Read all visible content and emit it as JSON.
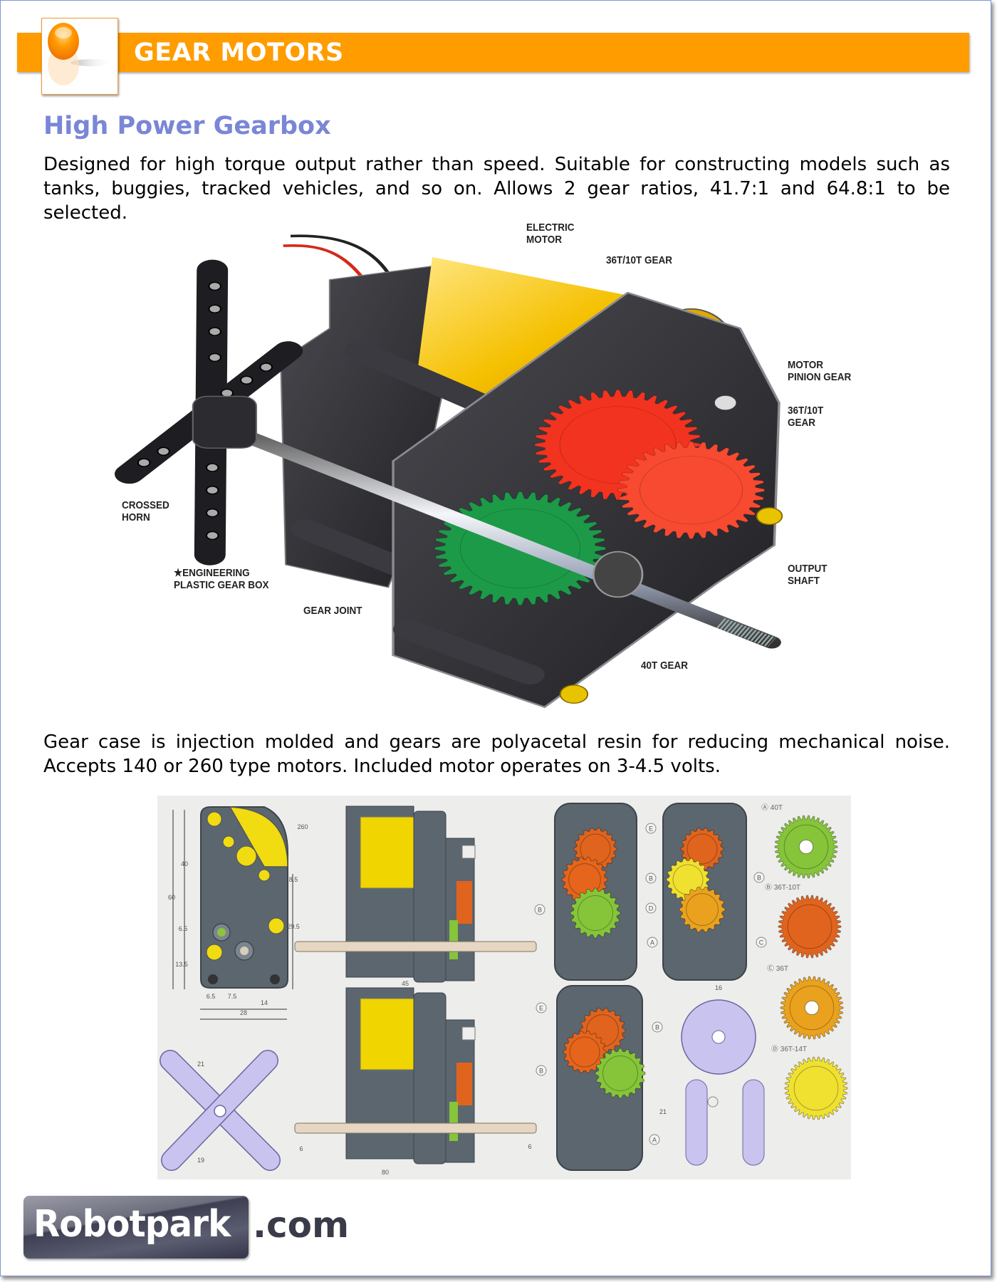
{
  "banner": {
    "title": "GEAR MOTORS",
    "accent": "#ff9c00"
  },
  "section": {
    "title": "High Power Gearbox",
    "intro": "Designed for high torque output rather than speed. Suitable for constructing models such as tanks, buggies, tracked vehicles, and so on. Allows 2 gear ratios, 41.7:1 and 64.8:1 to be selected.",
    "details": "Gear case is injection molded and gears are polyacetal resin for reducing mechanical noise. Accepts 140 or 260 type motors. Included motor operates on 3-4.5 volts."
  },
  "figure1": {
    "labels": {
      "electric_motor": "ELECTRIC\nMOTOR",
      "gear_36_10_top": "36T/10T GEAR",
      "motor_pinion": "MOTOR\nPINION GEAR",
      "gear_36_10_side": "36T/10T\nGEAR",
      "crossed_horn": "CROSSED\nHORN",
      "gear_box": "★ENGINEERING\n  PLASTIC GEAR BOX",
      "gear_joint": "GEAR JOINT",
      "output_shaft": "OUTPUT\nSHAFT",
      "gear_40": "40T GEAR"
    }
  },
  "figure2": {
    "parts": [
      {
        "label": "Ⓐ 40T",
        "color": "#86c43a"
      },
      {
        "label": "Ⓑ 36T-10T",
        "color": "#e0641e"
      },
      {
        "label": "Ⓒ 36T",
        "color": "#eaa21e"
      },
      {
        "label": "Ⓓ 36T-14T",
        "color": "#f0e030"
      }
    ],
    "callouts": [
      "E",
      "B",
      "D",
      "A",
      "B",
      "B",
      "C",
      "E",
      "B",
      "B",
      "A"
    ],
    "dimensions": [
      "260",
      "60",
      "40",
      "8.5",
      "29.5",
      "6.5",
      "13.5",
      "6.5",
      "7.5",
      "14",
      "28",
      "45",
      "21",
      "19",
      "6",
      "80",
      "6",
      "16",
      "21"
    ]
  },
  "footer": {
    "brand": "Robotpark",
    "domain": ".com"
  }
}
